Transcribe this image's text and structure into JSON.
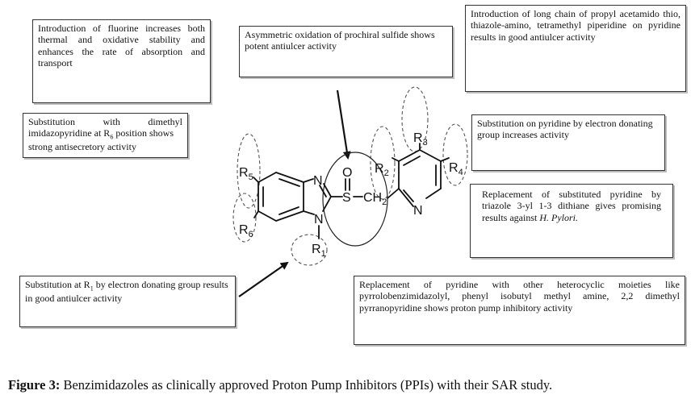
{
  "boxes": {
    "fluorine": "Introduction of fluorine increases both thermal and oxidative stability and enhances the rate of absorption and transport",
    "oxidation": "Asymmetric oxidation of prochiral sulfide shows potent antiulcer activity",
    "long_chain": "Introduction of long chain of propyl acetamido thio, thiazole-amino, tetramethyl piperidine on pyridine results  in good antiulcer activity",
    "dimethyl": {
      "line1_a": "Substitution",
      "line1_b": "with",
      "line1_c": "dimethyl",
      "line2_a": "imidazopyridine at R",
      "line2_sub": "6",
      "line2_b": " position shows",
      "line3": "strong antisecretory activity"
    },
    "pyridine_substitution": "Substitution on pyridine by electron donating group increases activity",
    "triazole": {
      "text": "Replacement of substituted pyridine by triazole 3-yl 1-3 dithiane gives promising results against ",
      "italic": "H. Pylori."
    },
    "r1": {
      "a": "Substitution at R",
      "sub": "1",
      "b": " by electron donating group results in good antiulcer activity"
    },
    "heterocyclic": "Replacement of pyridine with other heterocyclic moieties like pyrrolobenzimidazolyl, phenyl isobutyl methyl amine, 2,2 dimethyl pyrranopyridine shows proton pump inhibitory activity"
  },
  "structure": {
    "r5": "R",
    "r5_sub": "5",
    "r6": "R",
    "r6_sub": "6",
    "r1": "R",
    "r1_sub": "1",
    "r2": "R",
    "r2_sub": "2",
    "r3": "R",
    "r3_sub": "3",
    "r4": "R",
    "r4_sub": "4",
    "n_top": "N",
    "n_bottom": "N",
    "oxygen": "O",
    "s_ch2_s": "S",
    "s_ch2_ch": "CH",
    "s_ch2_sub": "2",
    "n_pyridine": "N"
  },
  "caption": {
    "label": "Figure 3:",
    "text": " Benzimidazoles as clinically approved Proton Pump Inhibitors (PPIs) with their SAR study."
  }
}
